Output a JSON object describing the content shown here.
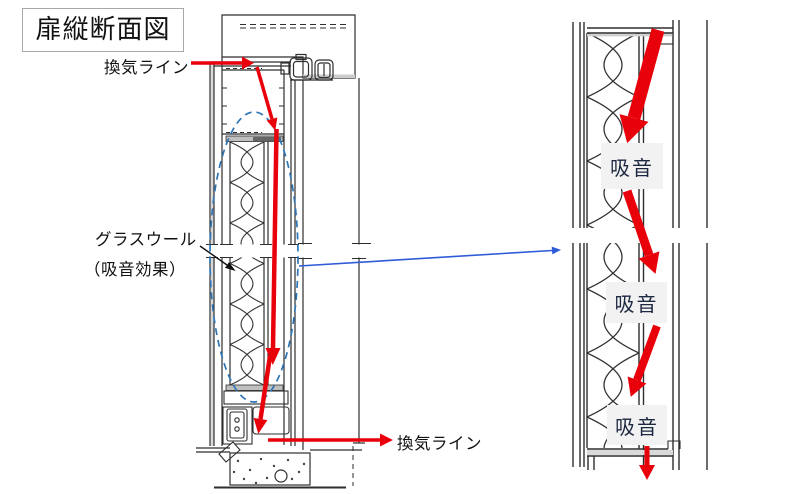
{
  "diagram": {
    "title": "扉縦断面図",
    "labels": {
      "vent_top": "換気ライン",
      "vent_bottom": "換気ライン",
      "glasswool_name": "グラスウール",
      "glasswool_effect": "（吸音効果）",
      "absorb_1": "吸音",
      "absorb_2": "吸音",
      "absorb_3": "吸音"
    },
    "colors": {
      "arrow_red": "#e8000b",
      "leader_blue": "#2e5bd7",
      "ellipse_blue": "#2e75b6",
      "drawing_line": "#2e2e2e",
      "absorb_bg": "#f2f2f2",
      "absorb_text": "#1c2740"
    }
  }
}
